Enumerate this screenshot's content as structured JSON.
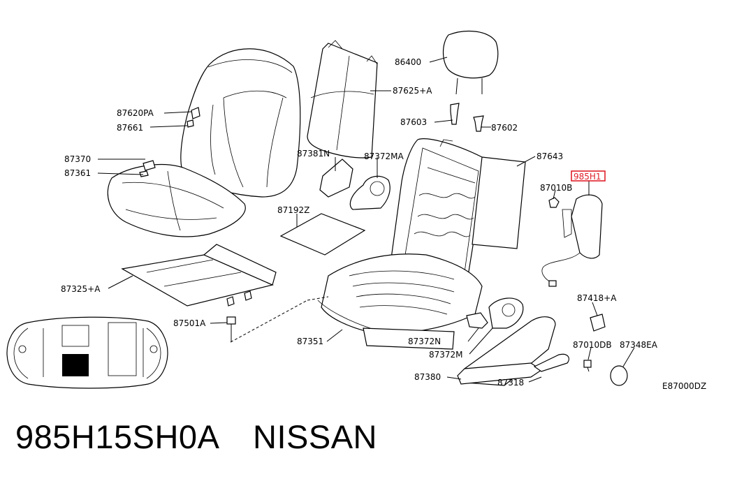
{
  "callouts": {
    "p86400": "86400",
    "p87625A": "87625+A",
    "p87620PA": "87620PA",
    "p87661": "87661",
    "p87603": "87603",
    "p87602": "87602",
    "p87370": "87370",
    "p87381N": "87381N",
    "p87372MA": "87372MA",
    "p87643": "87643",
    "p87361": "87361",
    "p985H1": "985H1",
    "p87010B": "87010B",
    "p87192Z": "87192Z",
    "p87325A": "87325+A",
    "p87418A": "87418+A",
    "p87501A": "87501A",
    "p87372N": "87372N",
    "p87351": "87351",
    "p87010DB": "87010DB",
    "p87348EA": "87348EA",
    "p87372M": "87372M",
    "p87380": "87380",
    "p87318": "87318"
  },
  "diagram_code": "E87000DZ",
  "footer": {
    "part_number": "985H15SH0A",
    "brand": "NISSAN"
  },
  "colors": {
    "highlight": "#e0202a",
    "line": "#000000",
    "background": "#ffffff"
  }
}
